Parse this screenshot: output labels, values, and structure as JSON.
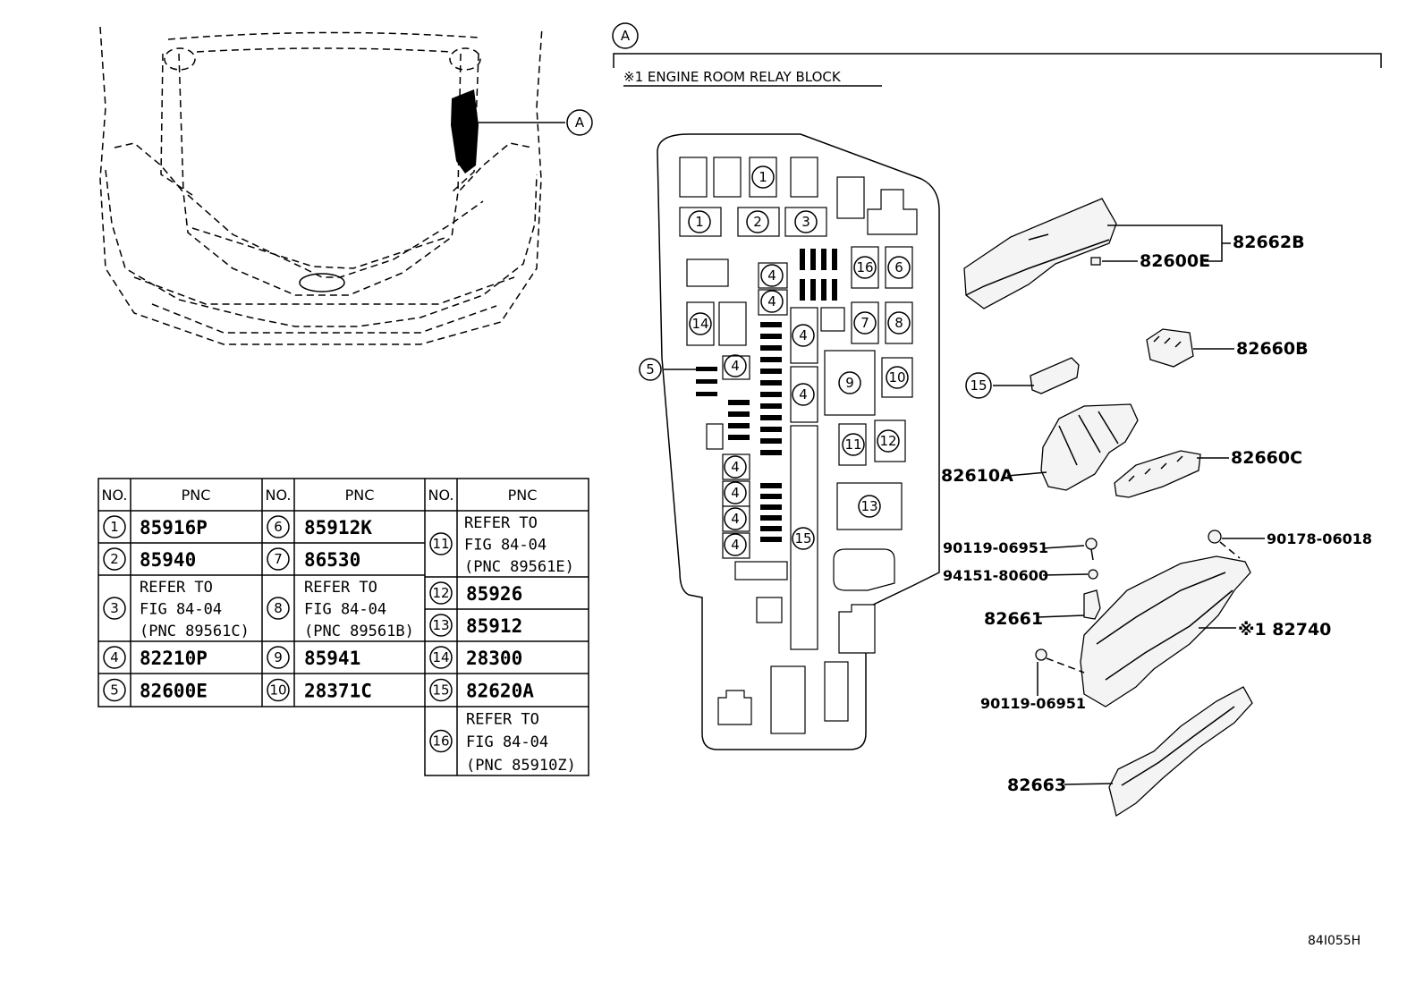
{
  "callout_letter": "A",
  "section_title": "※1 ENGINE ROOM RELAY BLOCK",
  "figure_code": "84I055H",
  "table_headers": {
    "no": "NO.",
    "pnc": "PNC"
  },
  "parts_table": [
    {
      "no": "1",
      "pnc": [
        "85916P"
      ]
    },
    {
      "no": "2",
      "pnc": [
        "85940"
      ]
    },
    {
      "no": "3",
      "pnc": [
        "REFER TO",
        "FIG 84-04",
        "(PNC 89561C)"
      ]
    },
    {
      "no": "4",
      "pnc": [
        "82210P"
      ]
    },
    {
      "no": "5",
      "pnc": [
        "82600E"
      ]
    },
    {
      "no": "6",
      "pnc": [
        "85912K"
      ]
    },
    {
      "no": "7",
      "pnc": [
        "86530"
      ]
    },
    {
      "no": "8",
      "pnc": [
        "REFER TO",
        "FIG 84-04",
        "(PNC 89561B)"
      ]
    },
    {
      "no": "9",
      "pnc": [
        "85941"
      ]
    },
    {
      "no": "10",
      "pnc": [
        "28371C"
      ]
    },
    {
      "no": "11",
      "pnc": [
        "REFER TO",
        "FIG 84-04",
        "(PNC 89561E)"
      ]
    },
    {
      "no": "12",
      "pnc": [
        "85926"
      ]
    },
    {
      "no": "13",
      "pnc": [
        "85912"
      ]
    },
    {
      "no": "14",
      "pnc": [
        "28300"
      ]
    },
    {
      "no": "15",
      "pnc": [
        "82620A"
      ]
    },
    {
      "no": "16",
      "pnc": [
        "REFER TO",
        "FIG 84-04",
        "(PNC 85910Z)"
      ]
    }
  ],
  "part_labels": {
    "p82662B": "82662B",
    "p82600E": "82600E",
    "p82660B": "82660B",
    "p15": "15",
    "p82610A": "82610A",
    "p82660C": "82660C",
    "p90119a": "90119-06951",
    "p94151": "94151-80600",
    "p90178": "90178-06018",
    "p82661": "82661",
    "p82740": "※1 82740",
    "p90119b": "90119-06951",
    "p82663": "82663"
  },
  "block_numbers": [
    "1",
    "2",
    "3",
    "4",
    "5",
    "6",
    "7",
    "8",
    "9",
    "10",
    "11",
    "12",
    "13",
    "14",
    "15",
    "16"
  ]
}
